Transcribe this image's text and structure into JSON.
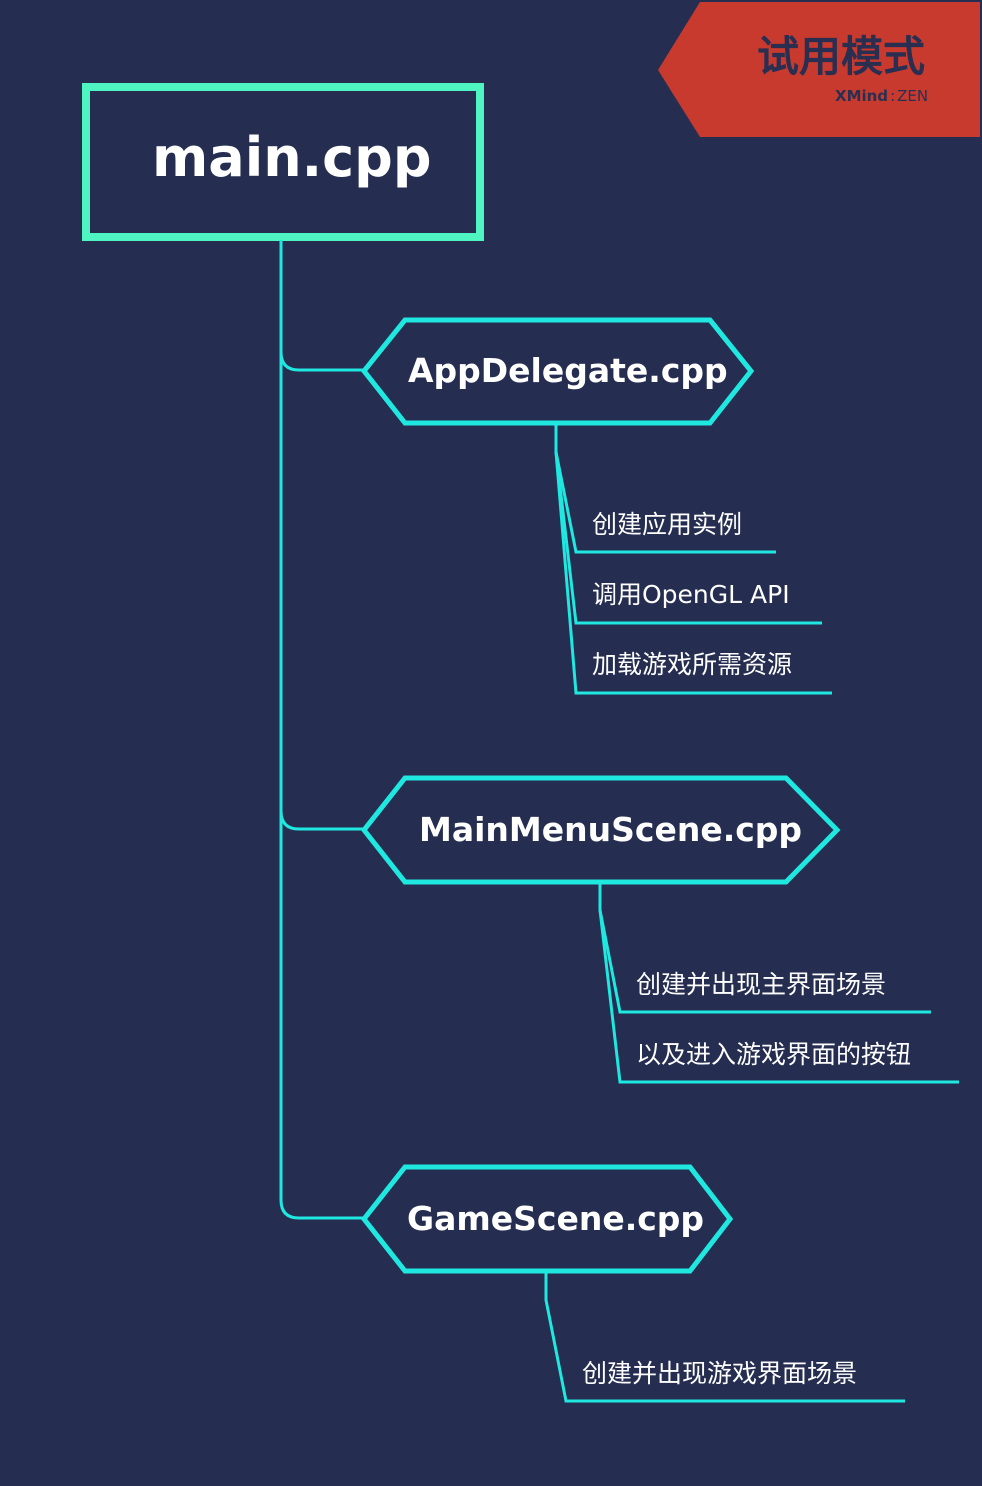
{
  "badge": {
    "title": "试用模式",
    "brand_bold": "XMind",
    "brand_sep": ":",
    "brand_light": "ZEN"
  },
  "root": {
    "label": "main.cpp"
  },
  "branches": [
    {
      "label": "AppDelegate.cpp",
      "children": [
        "创建应用实例",
        "调用OpenGL API",
        "加载游戏所需资源"
      ]
    },
    {
      "label": "MainMenuScene.cpp",
      "children": [
        "创建并出现主界面场景",
        "以及进入游戏界面的按钮"
      ]
    },
    {
      "label": "GameScene.cpp",
      "children": [
        "创建并出现游戏界面场景"
      ]
    }
  ],
  "colors": {
    "background": "#252d50",
    "root_border": "#4ff5c1",
    "branch_line": "#1ee8e0",
    "badge": "#c83a2e",
    "text": "#ffffff"
  }
}
